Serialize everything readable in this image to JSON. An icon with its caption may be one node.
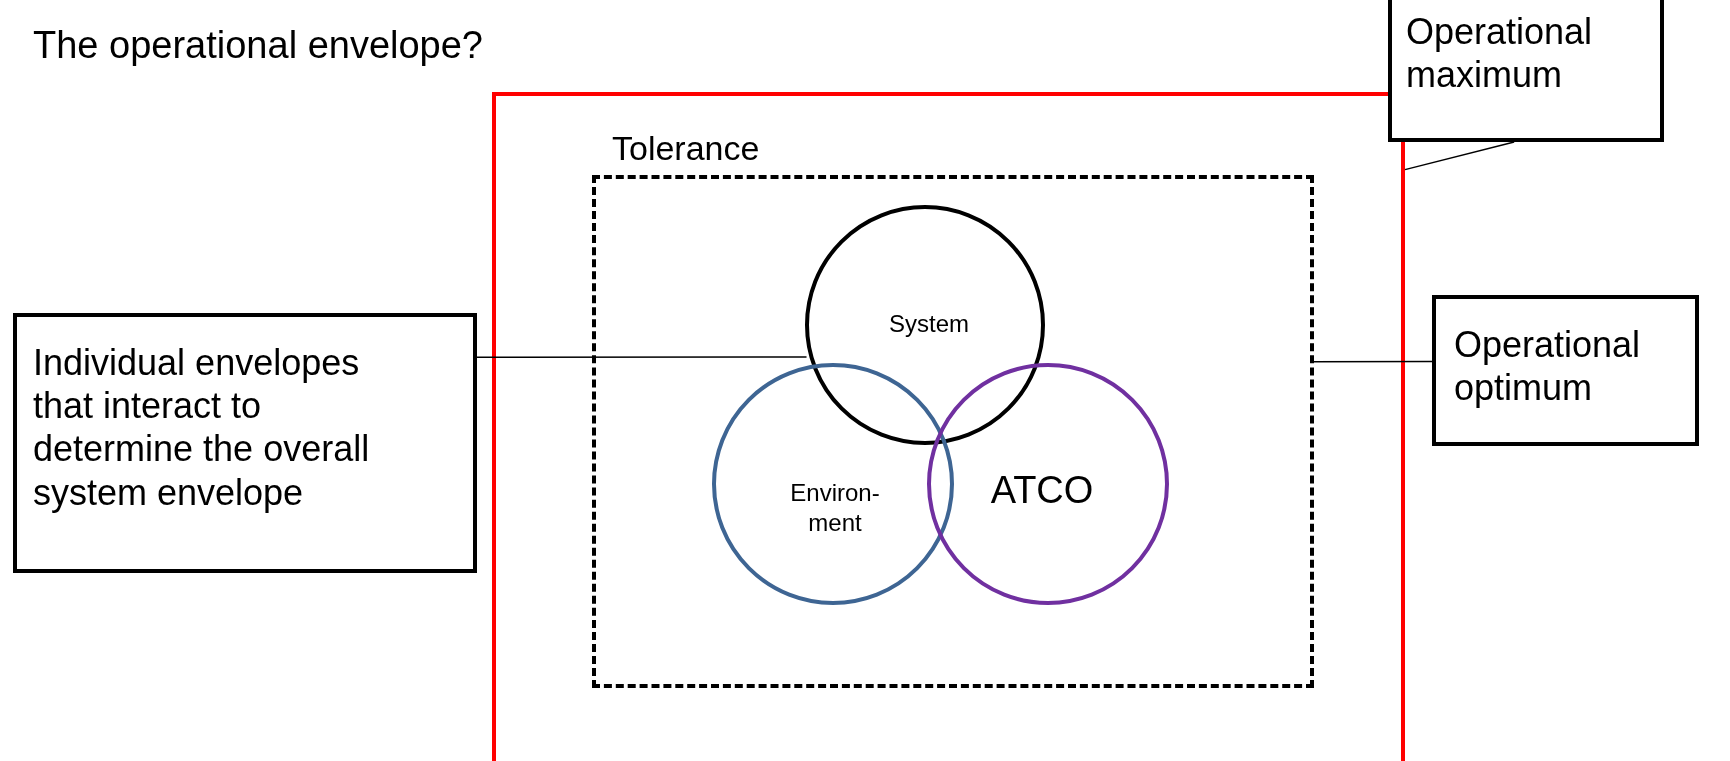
{
  "diagram": {
    "title": "The operational envelope?",
    "nodes": [
      {
        "text": [],
        "shape": "box"
      },
      {
        "text": [
          "Tolerance"
        ],
        "in": 0
      },
      {
        "text": [
          "System"
        ],
        "in": 1
      },
      {
        "text": [
          "Environ-ment"
        ],
        "in": 1
      },
      {
        "text": [
          "ATCO"
        ],
        "in": 1
      },
      {
        "text": [
          "Operational maximum"
        ]
      },
      {
        "text": [
          "Individual envelopes that interact to determine the overall system envelope"
        ]
      },
      {
        "text": [
          "Operational optimum"
        ]
      }
    ],
    "edges": [
      {
        "from": 5,
        "to": 0,
        "arrow": "none"
      },
      {
        "from": 6,
        "to": 2,
        "arrow": "none"
      },
      {
        "from": 7,
        "to": 1,
        "arrow": "none"
      }
    ]
  }
}
